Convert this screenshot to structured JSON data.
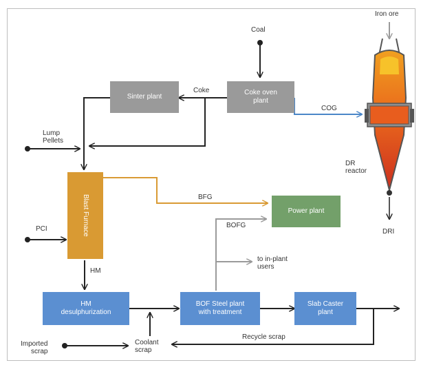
{
  "nodes": {
    "sinter_plant": "Sinter plant",
    "coke_oven_plant": "Coke oven\nplant",
    "blast_furnace": "Blast Furnace",
    "power_plant": "Power plant",
    "hm_desulphurization": "HM\ndesulphurization",
    "bof_steel_plant": "BOF Steel plant\nwith treatment",
    "slab_caster": "Slab Caster\nplant",
    "dr_reactor": "DR\nreactor"
  },
  "labels": {
    "coal": "Coal",
    "iron_ore": "Iron ore",
    "coke": "Coke",
    "cog": "COG",
    "lump_pellets": "Lump\nPellets",
    "bfg": "BFG",
    "bofg": "BOFG",
    "pci": "PCI",
    "hm": "HM",
    "dri": "DRI",
    "in_plant_users": "to in-plant\nusers",
    "recycle_scrap": "Recycle scrap",
    "coolant_scrap": "Coolant\nscrap",
    "imported_scrap": "Imported\nscrap"
  },
  "colors": {
    "process_gray": "#9a9a9a",
    "process_blue": "#5b8fd1",
    "power_green": "#73a06a",
    "furnace_orange": "#d99a33",
    "cog_line": "#4a86c8",
    "bfg_line": "#d99a33",
    "bofg_line": "#9a9a9a",
    "main_line": "#222222"
  }
}
